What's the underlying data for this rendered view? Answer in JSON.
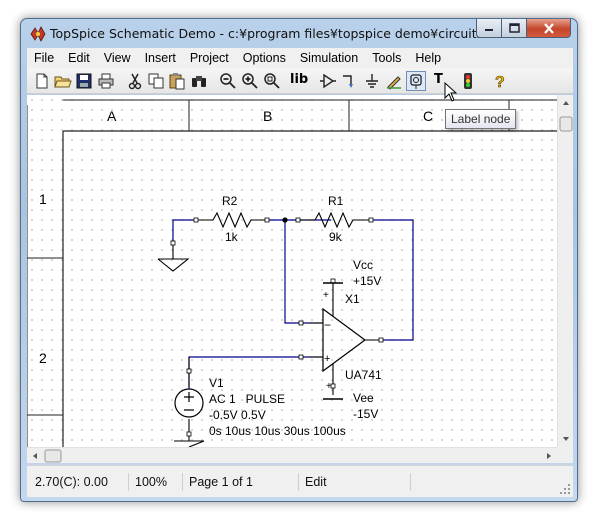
{
  "window": {
    "title": "TopSpice Schematic Demo - c:¥program files¥topspice demo¥circuits..."
  },
  "menu": [
    "File",
    "Edit",
    "View",
    "Insert",
    "Project",
    "Options",
    "Simulation",
    "Tools",
    "Help"
  ],
  "toolbar": {
    "lib_label": "lib",
    "text_tool_label": "T",
    "tooltip": "Label node"
  },
  "schematic": {
    "columns": [
      "A",
      "B",
      "C"
    ],
    "rows": [
      "1",
      "2"
    ],
    "components": {
      "r2": {
        "name": "R2",
        "value": "1k"
      },
      "r1": {
        "name": "R1",
        "value": "9k"
      },
      "opamp": {
        "name": "X1",
        "model": "UA741"
      },
      "vcc": {
        "name": "Vcc",
        "value": "+15V"
      },
      "vee": {
        "name": "Vee",
        "value": "-15V"
      },
      "v1": {
        "name": "V1",
        "spec_line1": "AC 1   PULSE",
        "spec_line2": "-0.5V 0.5V",
        "spec_line3": "0s 10us 10us 30us 100us"
      }
    },
    "pin_marks": {
      "plus": "+",
      "minus": "−"
    }
  },
  "status": {
    "coords": "2.70(C): 0.00",
    "zoom": "100%",
    "page": "Page 1 of 1",
    "mode": "Edit"
  },
  "colors": {
    "wire": "#00008b",
    "component": "#000000",
    "node_dot": "#000000"
  }
}
